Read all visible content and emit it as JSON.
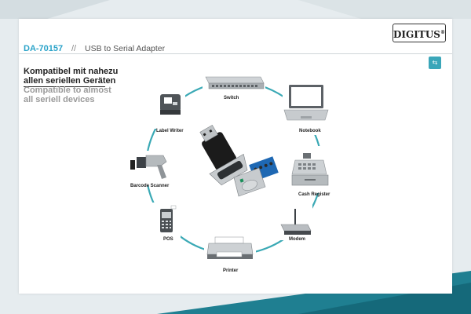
{
  "brand": {
    "logo": "DIGITUS",
    "reg": "®"
  },
  "header": {
    "model": "DA-70157",
    "separator": "//",
    "product": "USB to Serial Adapter"
  },
  "tagline": {
    "de_line1": "Kompatibel mit nahezu",
    "de_line2": "allen seriellen Geräten",
    "en_line1": "Compatible to almost",
    "en_line2": "all seriell devices"
  },
  "devices": {
    "switch": "Switch",
    "notebook": "Notebook",
    "cash_register": "Cash Register",
    "modem": "Modem",
    "printer": "Printer",
    "pos": "POS",
    "barcode_scanner": "Barcode Scanner",
    "label_writer": "Label Writer"
  },
  "colors": {
    "accent": "#2aa3c9",
    "teal_stripe": "#1f7f91",
    "circle": "#3aa9b5"
  },
  "icons": [
    "usb-badge-icon",
    "switch-icon",
    "notebook-icon",
    "cash-register-icon",
    "modem-icon",
    "printer-icon",
    "pos-terminal-icon",
    "barcode-scanner-icon",
    "label-writer-icon",
    "usb-serial-adapter-icon"
  ]
}
